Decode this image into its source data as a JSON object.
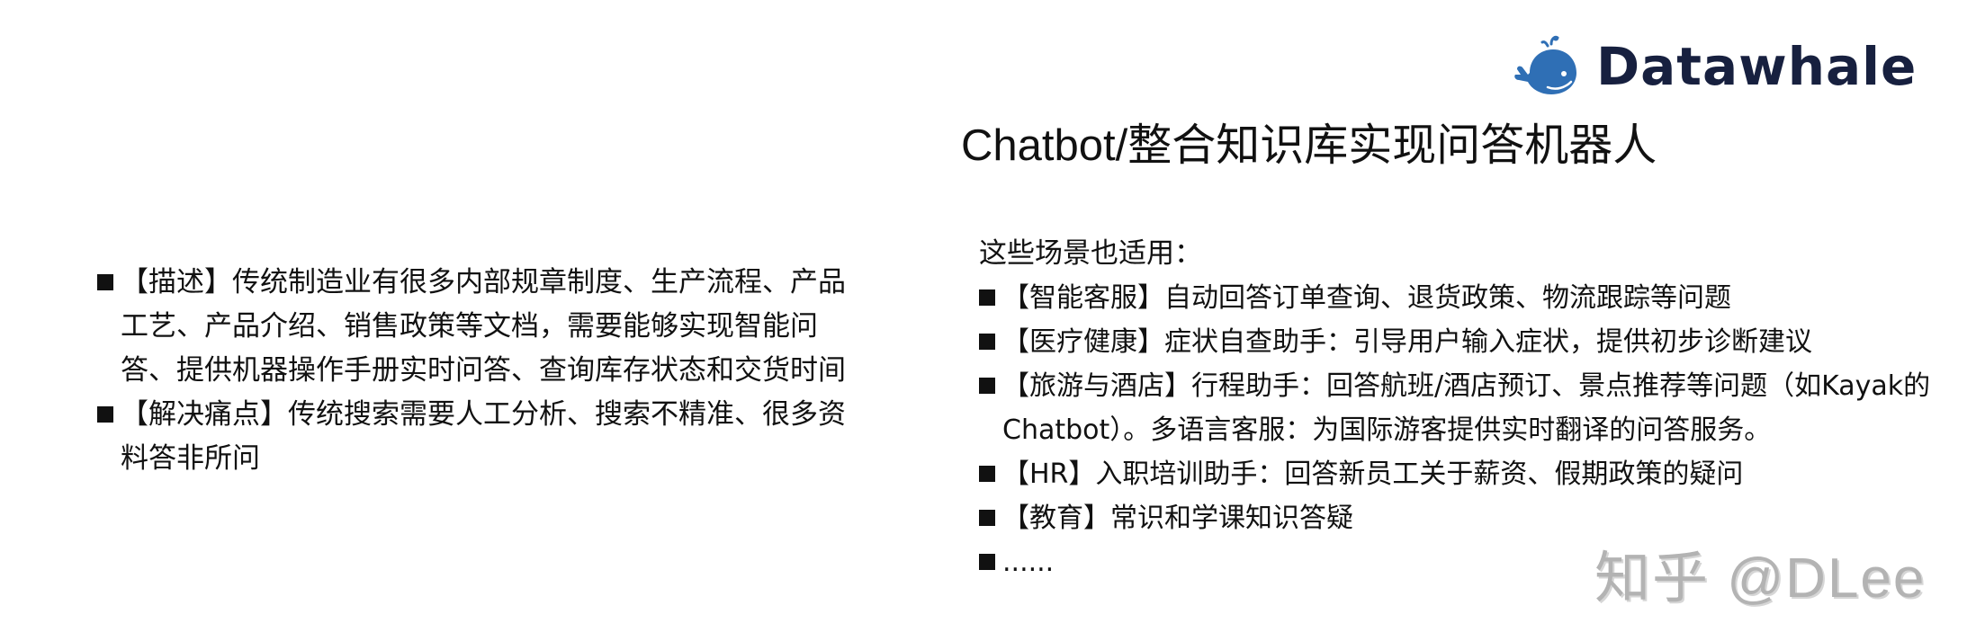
{
  "brand": {
    "logo_text": "Datawhale",
    "logo_icon": "whale-icon",
    "colors": {
      "whale_blue": "#2f6fb5",
      "text_navy": "#17203f"
    }
  },
  "slide": {
    "title": "Chatbot/整合知识库实现问答机器人"
  },
  "left": {
    "items": [
      {
        "label": "【描述】传统制造业有很多内部规章制度、生产流程、产品工艺、产品介绍、销售政策等文档，需要能够实现智能问答、提供机器操作手册实时问答、查询库存状态和交货时间"
      },
      {
        "label": "【解决痛点】传统搜索需要人工分析、搜索不精准、很多资料答非所问"
      }
    ]
  },
  "right": {
    "intro": "这些场景也适用：",
    "items": [
      {
        "label": "【智能客服】自动回答订单查询、退货政策、物流跟踪等问题"
      },
      {
        "label": "【医疗健康】症状自查助手：引导用户输入症状，提供初步诊断建议"
      },
      {
        "label": "【旅游与酒店】行程助手：回答航班/酒店预订、景点推荐等问题（如Kayak的Chatbot）。多语言客服：为国际游客提供实时翻译的问答服务。"
      },
      {
        "label": "【HR】入职培训助手：回答新员工关于薪资、假期政策的疑问"
      },
      {
        "label": "【教育】常识和学课知识答疑"
      },
      {
        "label": "......"
      }
    ]
  },
  "watermark": {
    "text": "知乎 @DLee"
  }
}
